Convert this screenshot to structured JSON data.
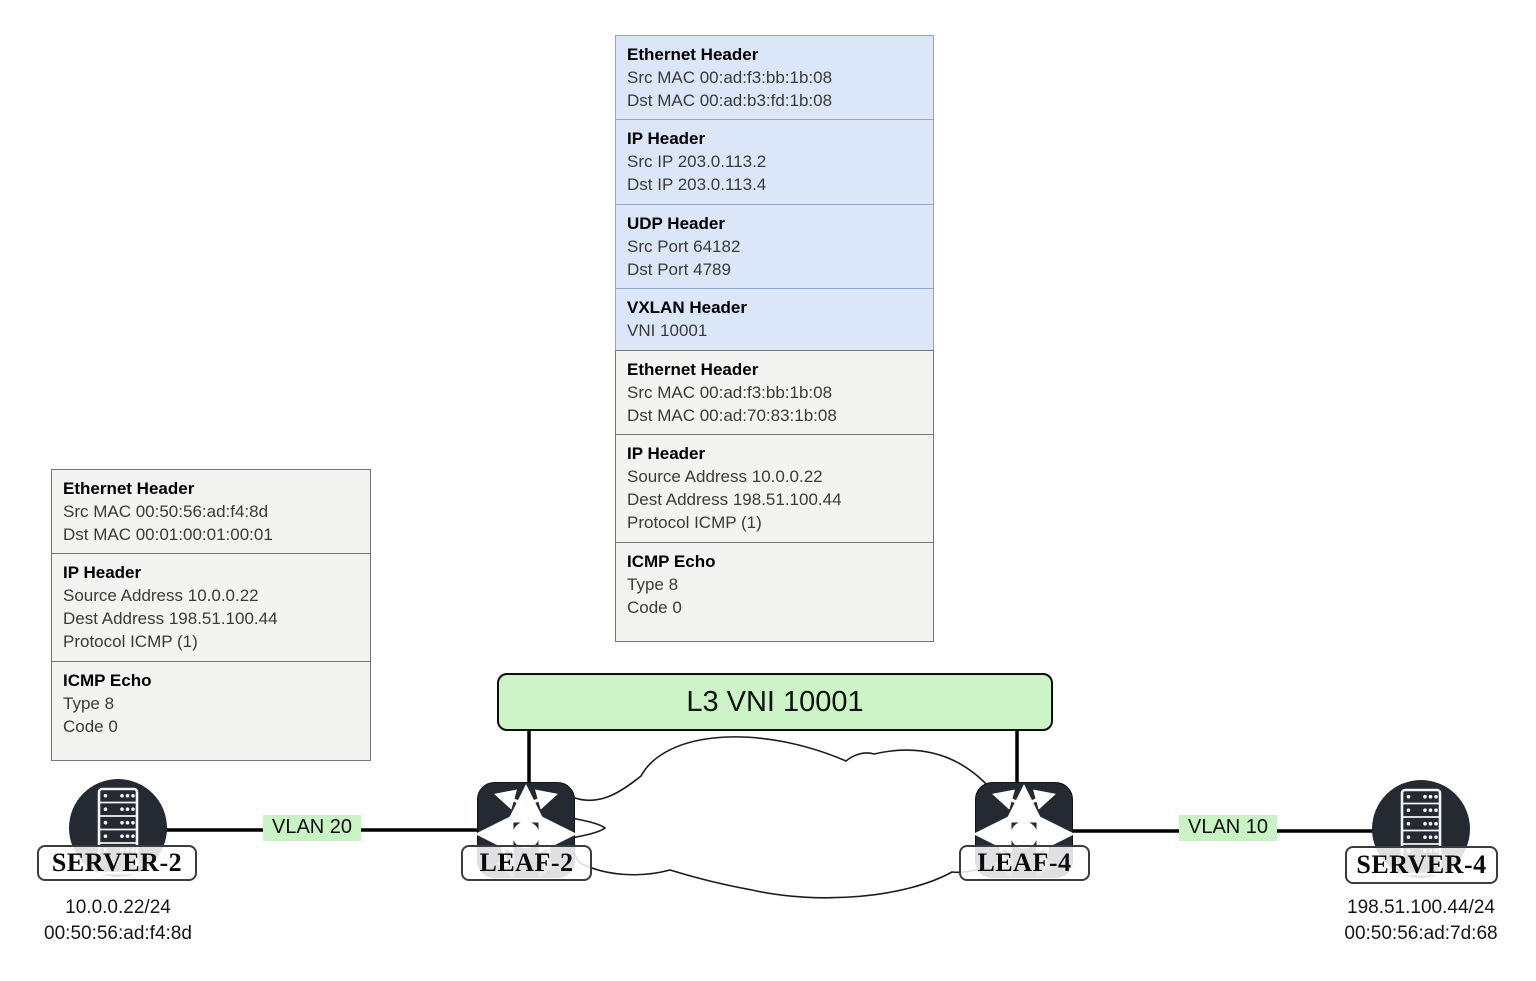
{
  "packet_encapsulated": {
    "sections": [
      {
        "style": "blue",
        "title": "Ethernet Header",
        "lines": [
          "Src MAC 00:ad:f3:bb:1b:08",
          "Dst MAC 00:ad:b3:fd:1b:08"
        ]
      },
      {
        "style": "blue",
        "title": "IP Header",
        "lines": [
          "Src IP 203.0.113.2",
          "Dst IP 203.0.113.4"
        ]
      },
      {
        "style": "blue",
        "title": "UDP Header",
        "lines": [
          "Src Port 64182",
          "Dst Port 4789"
        ]
      },
      {
        "style": "blue",
        "title": "VXLAN Header",
        "lines": [
          "VNI 10001"
        ]
      },
      {
        "style": "gray",
        "title": "Ethernet Header",
        "lines": [
          "Src MAC 00:ad:f3:bb:1b:08",
          "Dst MAC 00:ad:70:83:1b:08"
        ]
      },
      {
        "style": "gray",
        "title": "IP Header",
        "lines": [
          "Source Address 10.0.0.22",
          "Dest Address 198.51.100.44",
          "Protocol ICMP (1)"
        ]
      },
      {
        "style": "gray",
        "title": "ICMP Echo",
        "lines": [
          "Type 8",
          "Code 0"
        ]
      }
    ]
  },
  "packet_original": {
    "sections": [
      {
        "style": "gray",
        "title": "Ethernet Header",
        "lines": [
          "Src MAC 00:50:56:ad:f4:8d",
          "Dst MAC 00:01:00:01:00:01"
        ]
      },
      {
        "style": "gray",
        "title": "IP Header",
        "lines": [
          "Source Address 10.0.0.22",
          "Dest Address 198.51.100.44",
          "Protocol ICMP (1)"
        ]
      },
      {
        "style": "gray",
        "title": "ICMP Echo",
        "lines": [
          "Type 8",
          "Code 0"
        ]
      }
    ]
  },
  "overlay": {
    "l3_vni_label": "L3 VNI 10001"
  },
  "links": {
    "left_vlan": "VLAN 20",
    "right_vlan": "VLAN 10"
  },
  "nodes": {
    "server2": {
      "name": "SERVER-2",
      "ip": "10.0.0.22/24",
      "mac": "00:50:56:ad:f4:8d"
    },
    "leaf2": {
      "name": "LEAF-2"
    },
    "leaf4": {
      "name": "LEAF-4"
    },
    "server4": {
      "name": "SERVER-4",
      "ip": "198.51.100.44/24",
      "mac": "00:50:56:ad:7d:68"
    }
  },
  "icons": {
    "leaf": "multilayer-switch-icon",
    "server": "server-rack-icon",
    "underlay": "network-cloud"
  },
  "colors": {
    "outer_header_fill": "#dbe7f8",
    "outer_header_border": "#8ca6ce",
    "inner_header_fill": "#f3f3f2",
    "inner_header_border": "#757575",
    "vni_banner_fill": "#ccf4c6",
    "vlan_badge_fill": "#c9f3c4",
    "node_fill": "#242932",
    "link_color": "#000000"
  }
}
